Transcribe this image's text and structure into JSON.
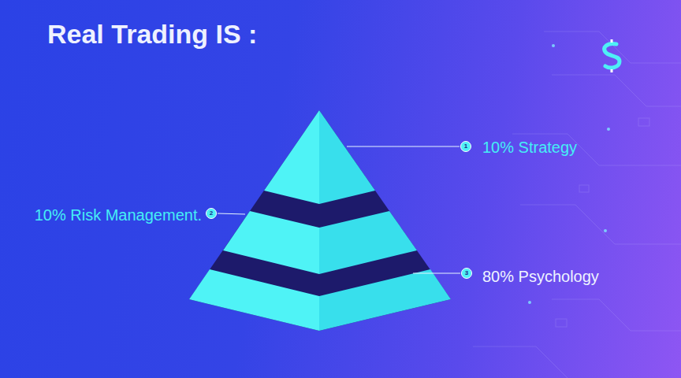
{
  "diagram": {
    "title": "Real Trading IS :",
    "labels": [
      "1",
      "10% Strategy",
      "2",
      "10% Risk Management.",
      "3",
      "80% Psychology"
    ]
  }
}
